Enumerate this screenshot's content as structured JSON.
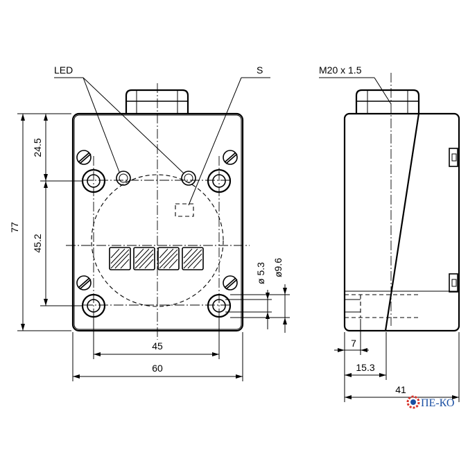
{
  "labels": {
    "led": "LED",
    "s": "S",
    "thread": "M20 x 1.5"
  },
  "dimensions": {
    "height_total": "77",
    "upper_offset": "24.5",
    "hole_spacing_vertical": "45.2",
    "hole_spacing_horizontal": "45",
    "width_total": "60",
    "hole_diameter": "ø 5.3",
    "counterbore_diameter": "ø9.6",
    "side_offset_small": "7",
    "side_offset_large": "15.3",
    "depth_total": "41"
  },
  "logo": {
    "text": "ПЕ-КО",
    "color": "#1a4fa3"
  }
}
